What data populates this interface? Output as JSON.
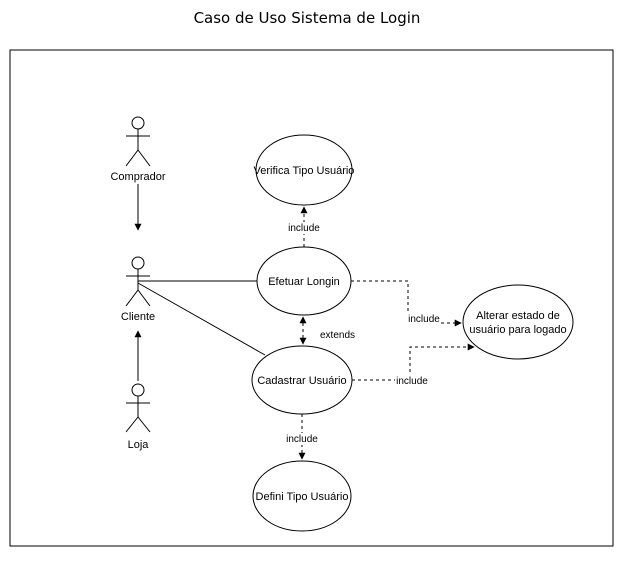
{
  "title": "Caso de Uso Sistema de Login",
  "actors": {
    "comprador": "Comprador",
    "cliente": "Cliente",
    "loja": "Loja"
  },
  "use_cases": {
    "verifica_tipo": "Verifica Tipo Usuário",
    "efetuar_login": "Efetuar Longin",
    "alterar_estado_line1": "Alterar estado de",
    "alterar_estado_line2": "usuário para logado",
    "cadastrar_usuario": "Cadastrar Usuário",
    "defini_tipo": "Defini Tipo Usuário"
  },
  "relations": {
    "include_verifica": "include",
    "include_login_alterar": "include",
    "extends": "extends",
    "include_cadastrar_alterar": "include",
    "include_defini": "include"
  }
}
